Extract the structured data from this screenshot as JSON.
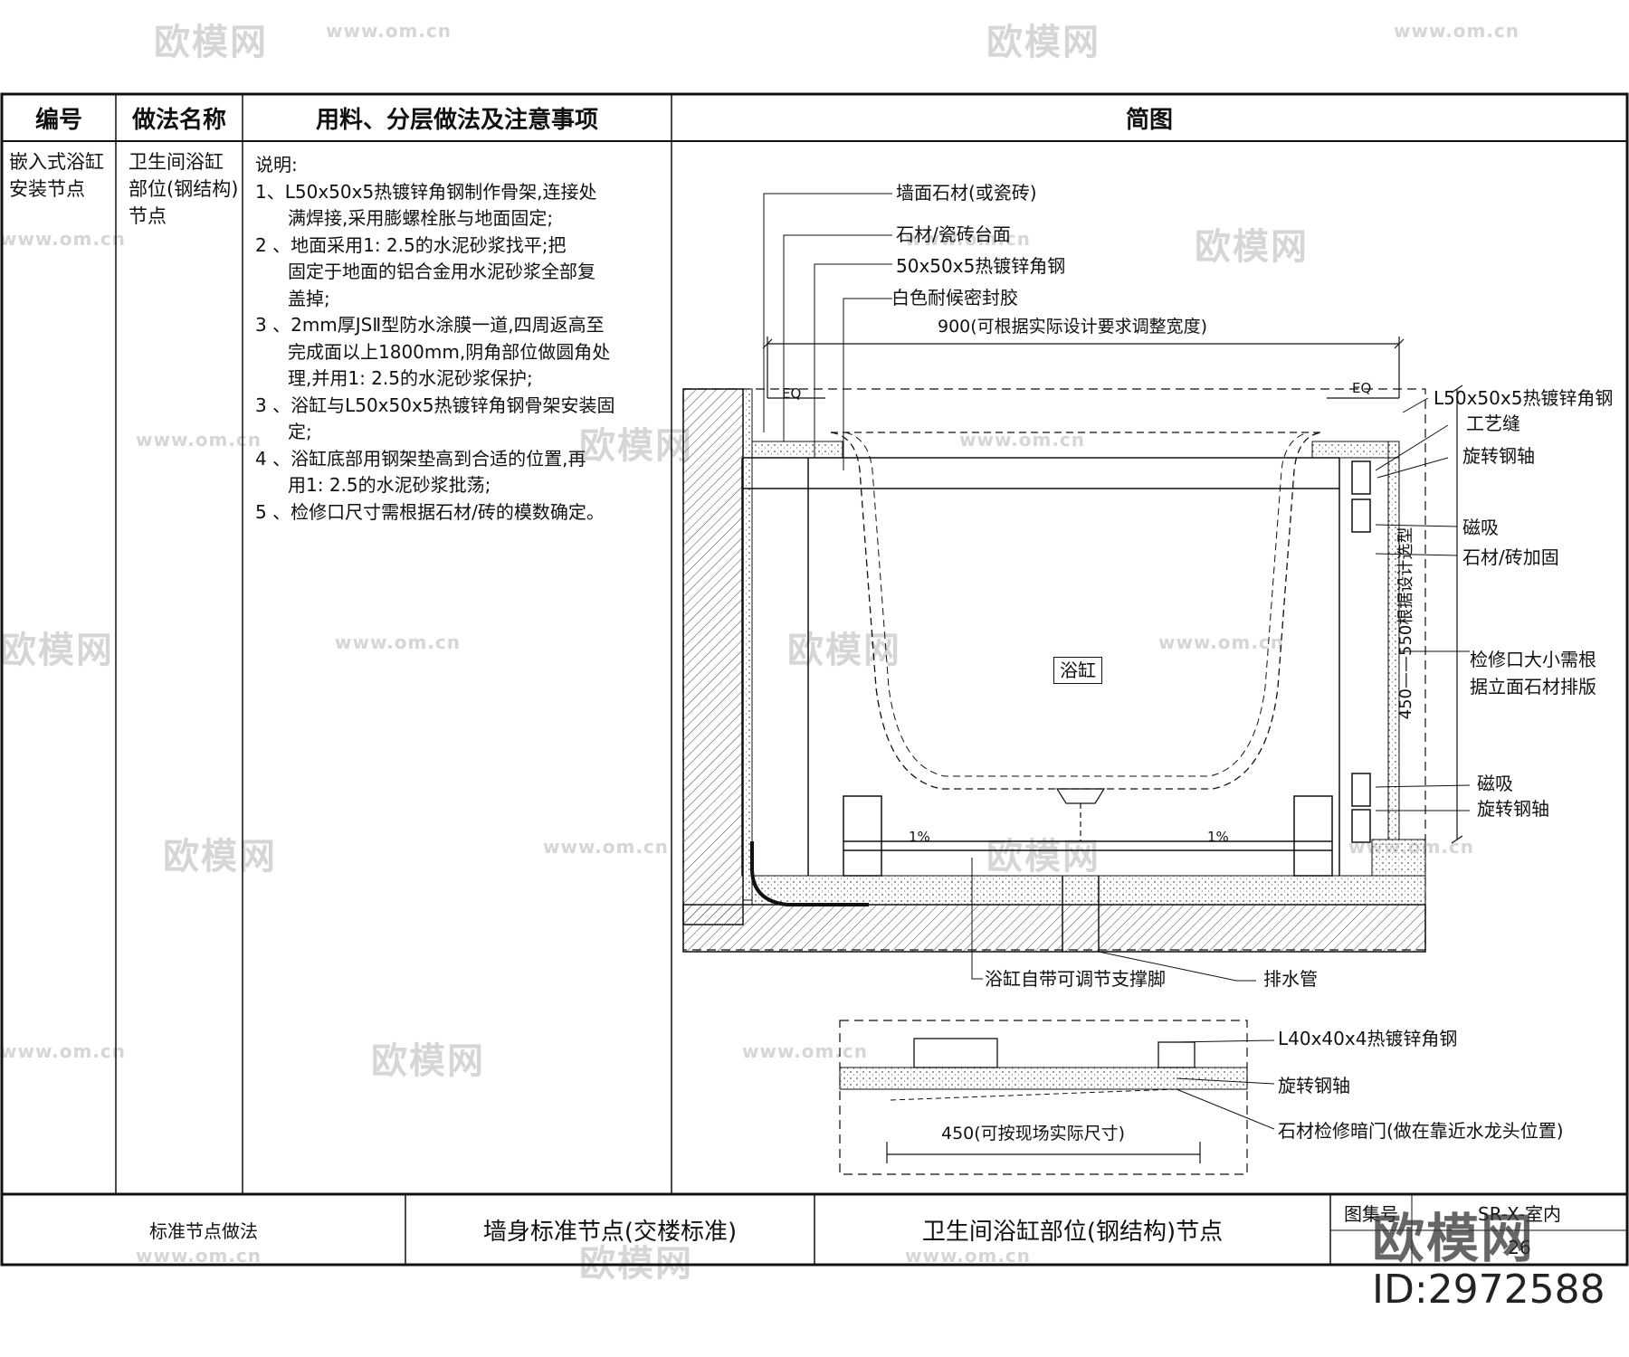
{
  "watermark": {
    "brand": "欧模网",
    "url": "www.om.cn"
  },
  "table": {
    "headers": {
      "code": "编号",
      "method": "做法名称",
      "notes": "用料、分层做法及注意事项",
      "diagram": "简图"
    },
    "row": {
      "code": "嵌入式浴缸安装节点",
      "method": "卫生间浴缸部位(钢结构)节点",
      "notes_title": "说明:",
      "notes": [
        {
          "num": "1、",
          "text": "L50x50x5热镀锌角钢制作骨架,连接处",
          "cont": [
            "满焊接,采用膨螺栓胀与地面固定;"
          ]
        },
        {
          "num": "2 、",
          "text": "地面采用1: 2.5的水泥砂浆找平;把",
          "cont": [
            "固定于地面的铝合金用水泥砂浆全部复",
            "盖掉;"
          ]
        },
        {
          "num": "3 、",
          "text": "2mm厚JSⅡ型防水涂膜一道,四周返高至",
          "cont": [
            "完成面以上1800mm,阴角部位做圆角处",
            "理,并用1: 2.5的水泥砂浆保护;"
          ]
        },
        {
          "num": "3 、",
          "text": "浴缸与L50x50x5热镀锌角钢骨架安装固",
          "cont": [
            "定;"
          ]
        },
        {
          "num": "4 、",
          "text": "浴缸底部用钢架垫高到合适的位置,再",
          "cont": [
            "用1: 2.5的水泥砂浆批荡;"
          ]
        },
        {
          "num": "5 、",
          "text": "检修口尺寸需根据石材/砖的模数确定。",
          "cont": []
        }
      ]
    }
  },
  "diagram": {
    "labels": {
      "wall_stone": "墙面石材(或瓷砖)",
      "counter_top": "石材/瓷砖台面",
      "angle_steel_50": "50x50x5热镀锌角钢",
      "sealant": "白色耐候密封胶",
      "width_dim": "900(可根据实际设计要求调整宽度)",
      "eq": "EQ",
      "right_angle_steel": "L50x50x5热镀锌角钢",
      "joint": "工艺缝",
      "pivot": "旋转钢轴",
      "magnet": "磁吸",
      "stone_reinforce": "石材/砖加固",
      "access_note": "检修口大小需根据立面石材排版",
      "height_dim": "450——550根据设计选型",
      "tub": "浴缸",
      "slope": "1%",
      "support_feet": "浴缸自带可调节支撑脚",
      "drain": "排水管",
      "angle_steel_40": "L40x40x4热镀锌角钢",
      "access_door": "石材检修暗门(做在靠近水龙头位置)",
      "door_dim": "450(可按现场实际尺寸)"
    }
  },
  "footer": {
    "category": "标准节点做法",
    "series": "墙身标准节点(交楼标准)",
    "title": "卫生间浴缸部位(钢结构)节点",
    "drawing_no_label": "图集号",
    "drawing_no": "SR-X-室内",
    "page": "26",
    "brand_logo": "欧模网",
    "id": "ID:2972588"
  }
}
